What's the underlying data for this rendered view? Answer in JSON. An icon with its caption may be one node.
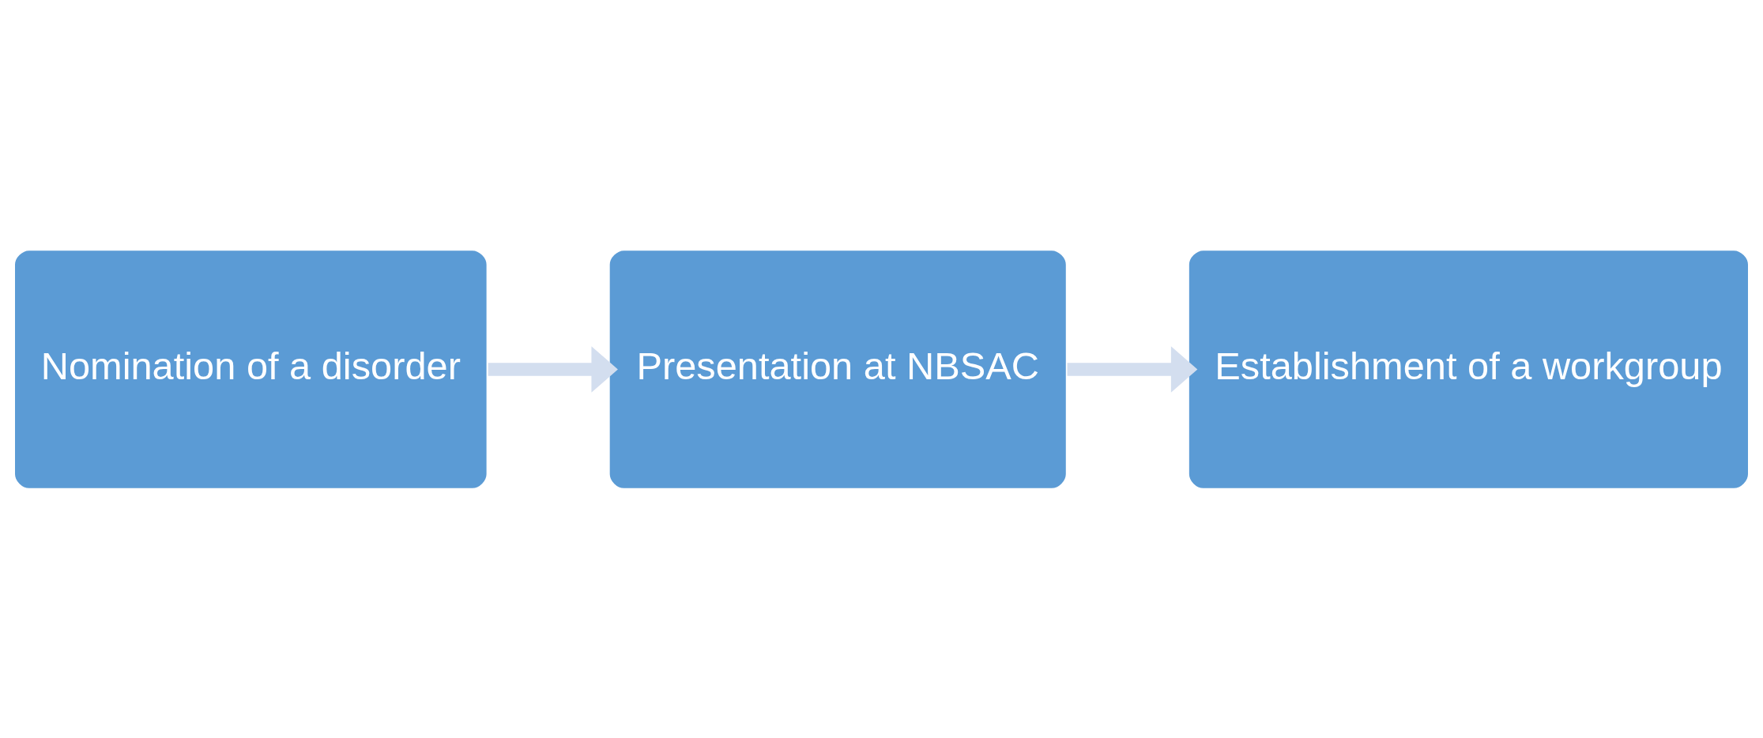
{
  "diagram": {
    "nodes": [
      {
        "text": [
          "Nomination of a disorder"
        ]
      },
      {
        "text": [
          "Presentation at NBSAC"
        ]
      },
      {
        "text": [
          "Establishment of a workgroup"
        ]
      }
    ],
    "edges": [
      {
        "from": 0,
        "to": 1,
        "arrow": "to"
      },
      {
        "from": 1,
        "to": 2,
        "arrow": "to"
      }
    ]
  }
}
